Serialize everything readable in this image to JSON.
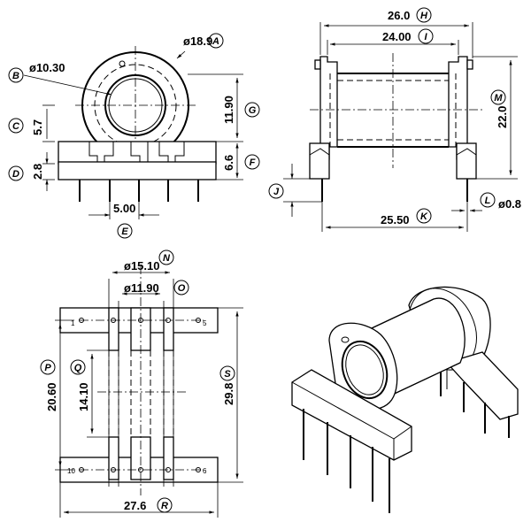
{
  "front_view": {
    "dims": {
      "outer_dia": "ø18.9",
      "inner_dia": "ø10.30",
      "h57": "5.7",
      "h28": "2.8",
      "h1190": "11.90",
      "h66": "6.6",
      "pitch": "5.00"
    },
    "labels": {
      "A": "A",
      "B": "B",
      "C": "C",
      "D": "D",
      "E": "E",
      "F": "F",
      "G": "G"
    }
  },
  "side_view": {
    "dims": {
      "w260": "26.0",
      "w2400": "24.00",
      "h220": "22.0",
      "w2550": "25.50",
      "pin": "ø0.8"
    },
    "labels": {
      "H": "H",
      "I": "I",
      "J": "J",
      "K": "K",
      "L": "L",
      "M": "M"
    }
  },
  "bottom_view": {
    "dims": {
      "d1510": "ø15.10",
      "d1190": "ø11.90",
      "h2060": "20.60",
      "h1410": "14.10",
      "h298": "29.8",
      "w276": "27.6"
    },
    "labels": {
      "N": "N",
      "O": "O",
      "P": "P",
      "Q": "Q",
      "R": "R",
      "S": "S"
    },
    "pin_numbers": {
      "p1": "1",
      "p5": "5",
      "p6": "6",
      "p10": "10"
    }
  }
}
